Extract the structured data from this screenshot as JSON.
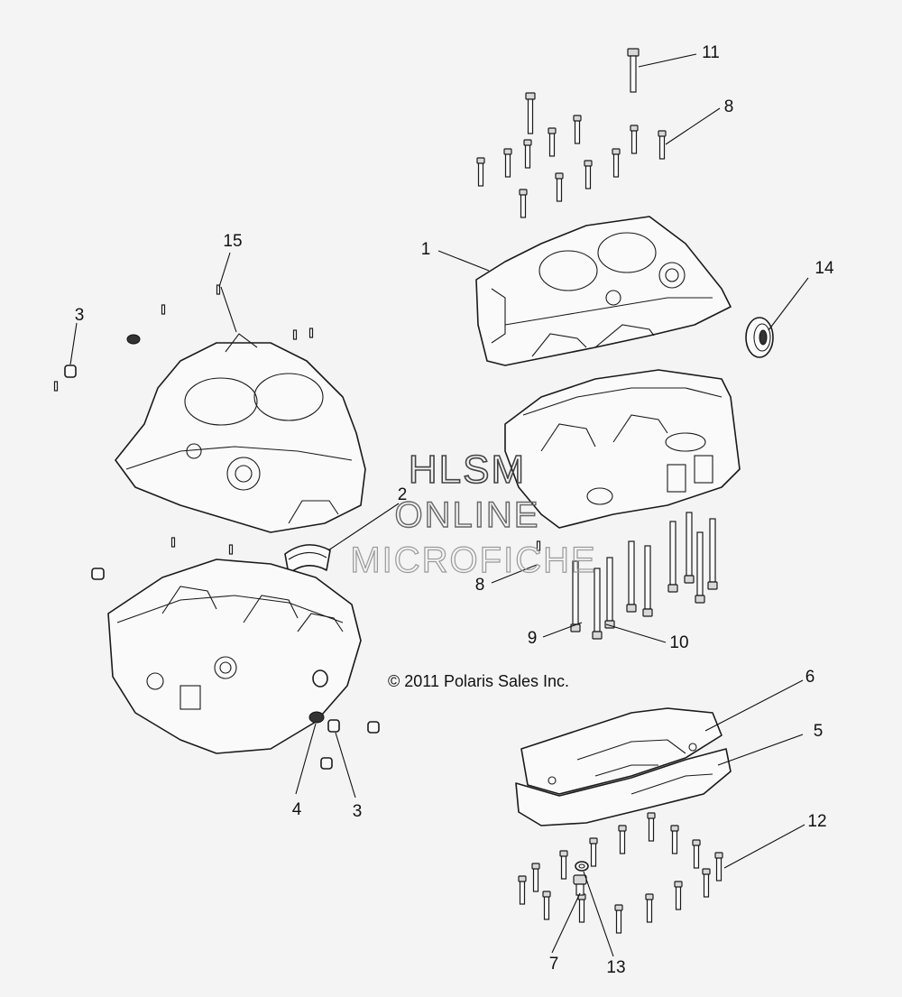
{
  "watermark": {
    "line1": "HLSM",
    "line2": "ONLINE",
    "line3": "MICROFICHE"
  },
  "copyright": "© 2011 Polaris Sales Inc.",
  "callouts": [
    {
      "id": "c11",
      "label": "11"
    },
    {
      "id": "c8a",
      "label": "8"
    },
    {
      "id": "c1",
      "label": "1"
    },
    {
      "id": "c14",
      "label": "14"
    },
    {
      "id": "c15",
      "label": "15"
    },
    {
      "id": "c3a",
      "label": "3"
    },
    {
      "id": "c2",
      "label": "2"
    },
    {
      "id": "c8b",
      "label": "8"
    },
    {
      "id": "c9",
      "label": "9"
    },
    {
      "id": "c10",
      "label": "10"
    },
    {
      "id": "c6",
      "label": "6"
    },
    {
      "id": "c5",
      "label": "5"
    },
    {
      "id": "c4",
      "label": "4"
    },
    {
      "id": "c3b",
      "label": "3"
    },
    {
      "id": "c12",
      "label": "12"
    },
    {
      "id": "c7",
      "label": "7"
    },
    {
      "id": "c13",
      "label": "13"
    }
  ]
}
